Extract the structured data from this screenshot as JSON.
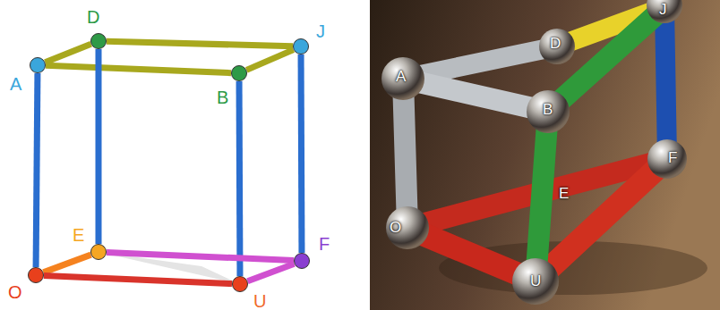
{
  "diagram": {
    "nodes": [
      {
        "text": [
          "D"
        ]
      },
      {
        "text": [
          "J"
        ]
      },
      {
        "text": [
          "A"
        ]
      },
      {
        "text": [
          "B"
        ]
      },
      {
        "text": [
          "E"
        ]
      },
      {
        "text": [
          "F"
        ]
      },
      {
        "text": [
          "O"
        ]
      },
      {
        "text": [
          "U"
        ]
      }
    ],
    "edges": [
      {
        "from": 2,
        "to": 0,
        "arrow": "none"
      },
      {
        "from": 0,
        "to": 1,
        "arrow": "none"
      },
      {
        "from": 2,
        "to": 3,
        "arrow": "none"
      },
      {
        "from": 3,
        "to": 1,
        "arrow": "none"
      },
      {
        "from": 2,
        "to": 6,
        "arrow": "none"
      },
      {
        "from": 0,
        "to": 4,
        "arrow": "none"
      },
      {
        "from": 3,
        "to": 7,
        "arrow": "none"
      },
      {
        "from": 1,
        "to": 5,
        "arrow": "none"
      },
      {
        "from": 6,
        "to": 4,
        "arrow": "none"
      },
      {
        "from": 4,
        "to": 5,
        "arrow": "none"
      },
      {
        "from": 5,
        "to": 7,
        "arrow": "none"
      },
      {
        "from": 6,
        "to": 7,
        "arrow": "none"
      }
    ],
    "labels": [
      "J",
      "D",
      "A",
      "B",
      "F",
      "E",
      "O",
      "U"
    ]
  }
}
